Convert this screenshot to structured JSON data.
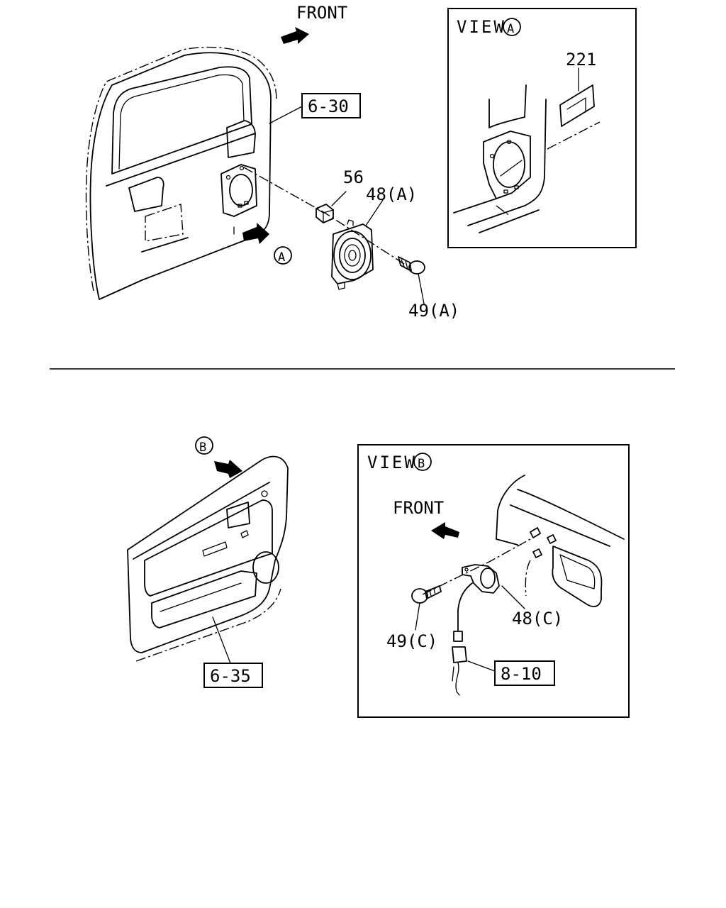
{
  "labels": {
    "front_top": "FRONT",
    "ref_6_30": "6-30",
    "part_56": "56",
    "part_48a": "48(A)",
    "part_49a": "49(A)",
    "marker_a": "A",
    "view_a_title": "VIEW",
    "view_a_marker": "A",
    "part_221": "221",
    "marker_b": "B",
    "ref_6_35": "6-35",
    "view_b_title": "VIEW",
    "view_b_marker": "B",
    "front_view_b": "FRONT",
    "part_48c": "48(C)",
    "part_49c": "49(C)",
    "ref_8_10": "8-10"
  }
}
